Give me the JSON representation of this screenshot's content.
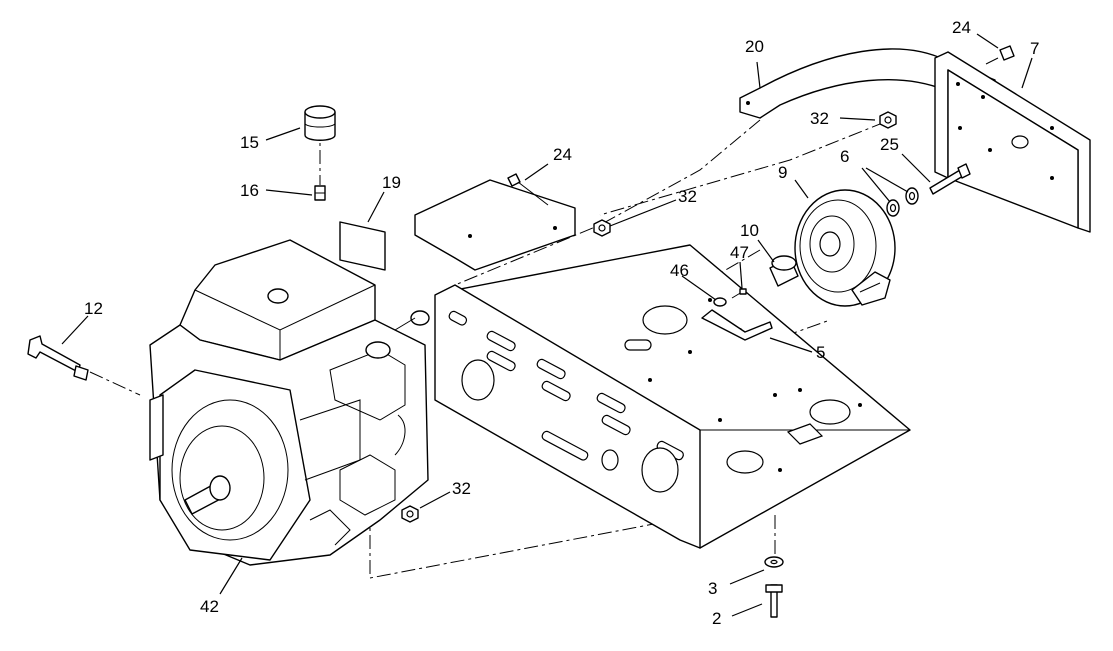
{
  "diagram": {
    "callouts": [
      {
        "id": "c20",
        "text": "20"
      },
      {
        "id": "c24a",
        "text": "24"
      },
      {
        "id": "c7",
        "text": "7"
      },
      {
        "id": "c32a",
        "text": "32"
      },
      {
        "id": "c25",
        "text": "25"
      },
      {
        "id": "c6",
        "text": "6"
      },
      {
        "id": "c9",
        "text": "9"
      },
      {
        "id": "c15",
        "text": "15"
      },
      {
        "id": "c24b",
        "text": "24"
      },
      {
        "id": "c19",
        "text": "19"
      },
      {
        "id": "c16",
        "text": "16"
      },
      {
        "id": "c32b",
        "text": "32"
      },
      {
        "id": "c10",
        "text": "10"
      },
      {
        "id": "c47",
        "text": "47"
      },
      {
        "id": "c46",
        "text": "46"
      },
      {
        "id": "c12",
        "text": "12"
      },
      {
        "id": "c5",
        "text": "5"
      },
      {
        "id": "c32c",
        "text": "32"
      },
      {
        "id": "c42",
        "text": "42"
      },
      {
        "id": "c3",
        "text": "3"
      },
      {
        "id": "c2",
        "text": "2"
      }
    ]
  }
}
